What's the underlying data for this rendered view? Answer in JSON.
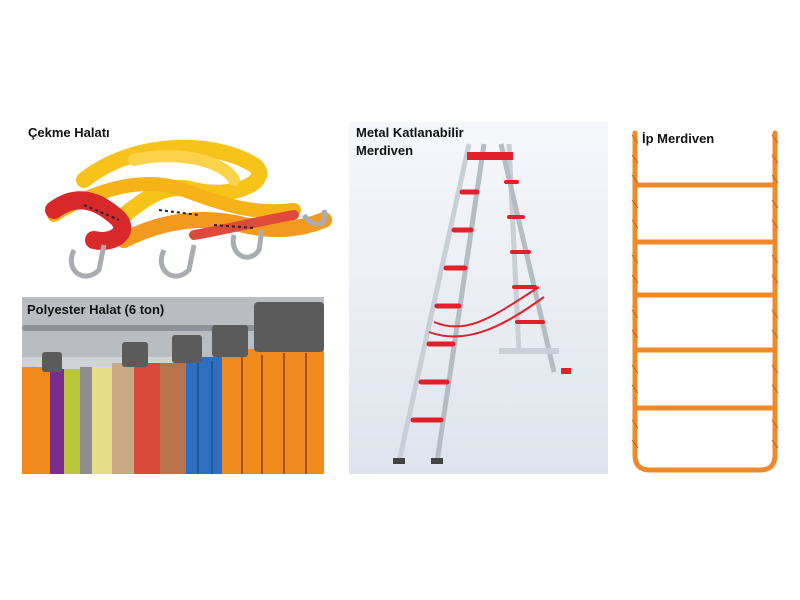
{
  "slide": {
    "items": [
      {
        "label": "Çekme Halatı"
      },
      {
        "label": "Polyester Halat (6 ton)"
      },
      {
        "label_line1": "Metal Katlanabilir",
        "label_line2": "Merdiven"
      },
      {
        "label": "İp Merdiven"
      }
    ]
  },
  "colors": {
    "strap_yellow": "#f7c31a",
    "strap_orange": "#f39a1e",
    "strap_red": "#d8282a",
    "sling_orange": "#f08a1c",
    "sling_grey": "#5b5b5b",
    "ladder_red": "#e0202a",
    "ladder_silver": "#c9cfd6",
    "rope_orange": "#f1892a"
  },
  "icons": {
    "tow_strap": "tow-strap-image",
    "polyester_sling": "polyester-sling-image",
    "folding_ladder": "folding-ladder-image",
    "rope_ladder": "rope-ladder-image"
  }
}
